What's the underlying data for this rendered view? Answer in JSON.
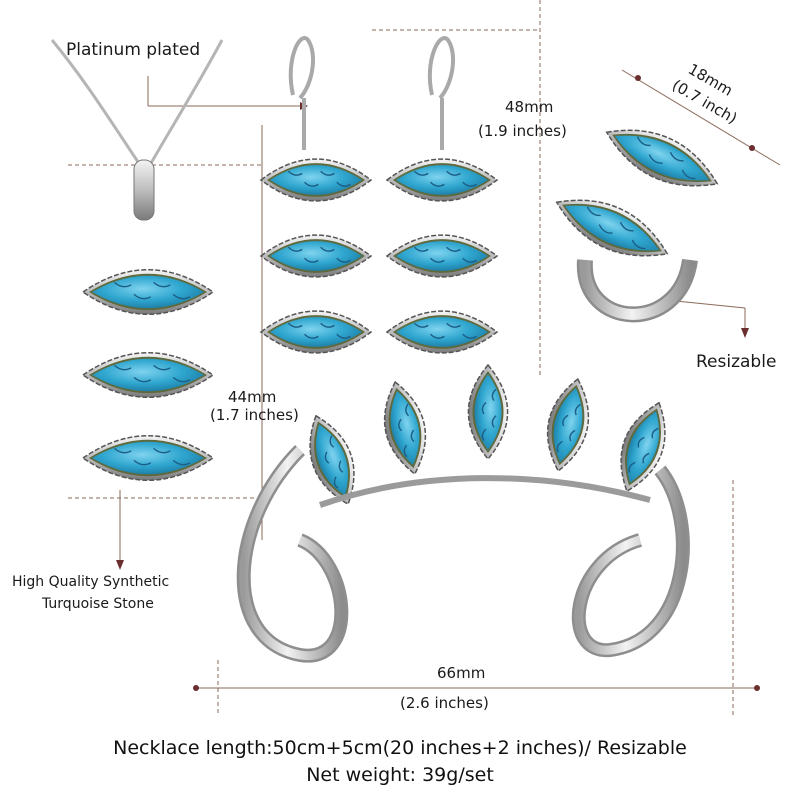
{
  "labels": {
    "platinum": "Platinum  plated",
    "earring_dim_mm": "48mm",
    "earring_dim_in": "(1.9 inches)",
    "ring_dim_mm": "18mm",
    "ring_dim_in": "(0.7 inch)",
    "resizable": "Resizable",
    "pendant_dim_mm": "44mm",
    "pendant_dim_in": "(1.7 inches)",
    "stone_line1": "High Quality Synthetic",
    "stone_line2": "Turquoise Stone",
    "bangle_dim_mm": "66mm",
    "bangle_dim_in": "(2.6 inches)"
  },
  "footer": {
    "necklace_length": "Necklace length:50cm+5cm(20 inches+2 inches)/ Resizable",
    "net_weight": "Net weight: 39g/set"
  },
  "colors": {
    "turquoise": "#2fa6cf",
    "turquoise_light": "#63c6e6",
    "turquoise_vein": "#1c5e86",
    "silver": "#c9c9c9",
    "silver_dark": "#6e6e6e",
    "guide_line": "#8b6a5a"
  }
}
